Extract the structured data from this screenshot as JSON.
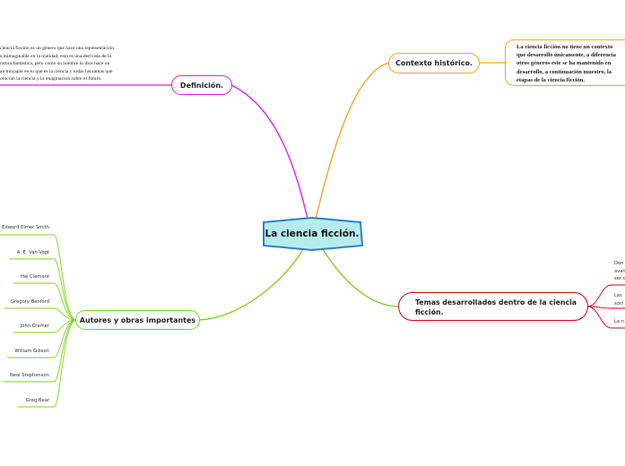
{
  "central": {
    "label": "La ciencia ficción."
  },
  "definition": {
    "label": "Definición.",
    "text_lines": [
      "ciencia ficción es un género que hace una representación",
      "s inimaginable en la realidad, esta es una derivada de la",
      "ratura fantástica, pero como su nombre lo dice hace un",
      "an hincapié en lo que es la ciencia y todas las ramas que",
      "olucran la ciencia y la imaginación sobre el futuro."
    ]
  },
  "context": {
    "label": "Contexto histórico.",
    "text_lines": [
      "La ciencia ficción no tiene un contexto",
      "que desarrollo únicamente, a diferencia",
      "otros géneros este se ha mantenido en",
      "desarrollo, a continuación muestro, la",
      "etapas de la ciencia ficción."
    ]
  },
  "authors": {
    "label": "Autores y obras importantes",
    "items": [
      "Edward Elmer Smith",
      "A. E. Van Vogt",
      "Hal Clement",
      "Gregory Benford",
      "John Cramer",
      "William Gibson",
      "Neal Stephenson",
      "Greg Bear"
    ]
  },
  "themes": {
    "label_lines": [
      "Temas desarrollados dentro de la ciencia",
      "ficción."
    ],
    "items": [
      {
        "lines": [
          "Den",
          "avan",
          "ser c"
        ]
      },
      {
        "lines": [
          "Las",
          "soci"
        ]
      },
      {
        "lines": [
          "La n"
        ]
      }
    ]
  },
  "colors": {
    "central_fill": "#b7ecef",
    "central_border": "#2e7fc9",
    "definition": "#dd22dd",
    "context": "#f5a623",
    "authors": "#7ed321",
    "themes": "#d0021b"
  }
}
